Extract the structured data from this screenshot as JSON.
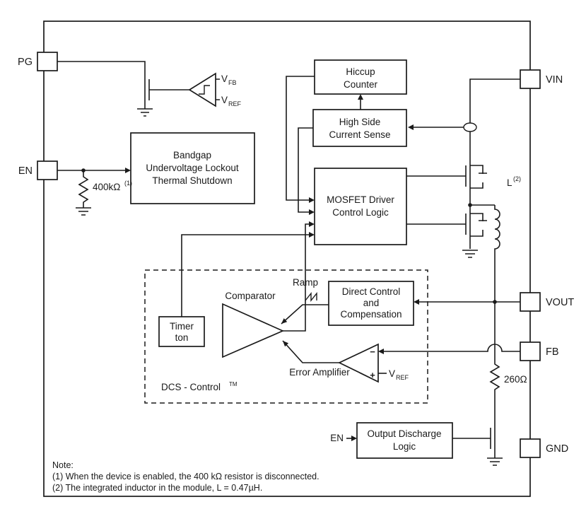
{
  "pins": {
    "pg": "PG",
    "en": "EN",
    "vin": "VIN",
    "vout": "VOUT",
    "fb": "FB",
    "gnd": "GND"
  },
  "blocks": {
    "hiccup": {
      "line1": "Hiccup",
      "line2": "Counter"
    },
    "current_sense": {
      "line1": "High Side",
      "line2": "Current Sense"
    },
    "driver": {
      "line1": "MOSFET Driver",
      "line2": "Control Logic"
    },
    "bandgap": {
      "line1": "Bandgap",
      "line2": "Undervoltage Lockout",
      "line3": "Thermal Shutdown"
    },
    "direct_control": {
      "line1": "Direct Control",
      "line2": "and",
      "line3": "Compensation"
    },
    "timer": {
      "line1": "Timer",
      "line2": "ton"
    },
    "discharge": {
      "line1": "Output Discharge",
      "line2": "Logic"
    }
  },
  "labels": {
    "comparator": "Comparator",
    "error_amplifier": "Error Amplifier",
    "ramp": "Ramp",
    "dcs_control": "DCS - Control",
    "dcs_tm": "TM",
    "v": "V",
    "fb_sub": "FB",
    "ref_sub": "REF",
    "en_resistor": "400kΩ",
    "en_resistor_sup": "(1)",
    "fb_resistor": "260Ω",
    "inductor": "L",
    "inductor_sup": "(2)",
    "discharge_en": "EN",
    "minus": "−",
    "plus": "+"
  },
  "notes": {
    "title": "Note:",
    "note1": "(1) When the device is enabled, the 400 kΩ resistor is disconnected.",
    "note2": "(2) The integrated inductor in the module, L = 0.47µH."
  },
  "colors": {
    "stroke": "#1a1a1a",
    "background": "#ffffff"
  }
}
